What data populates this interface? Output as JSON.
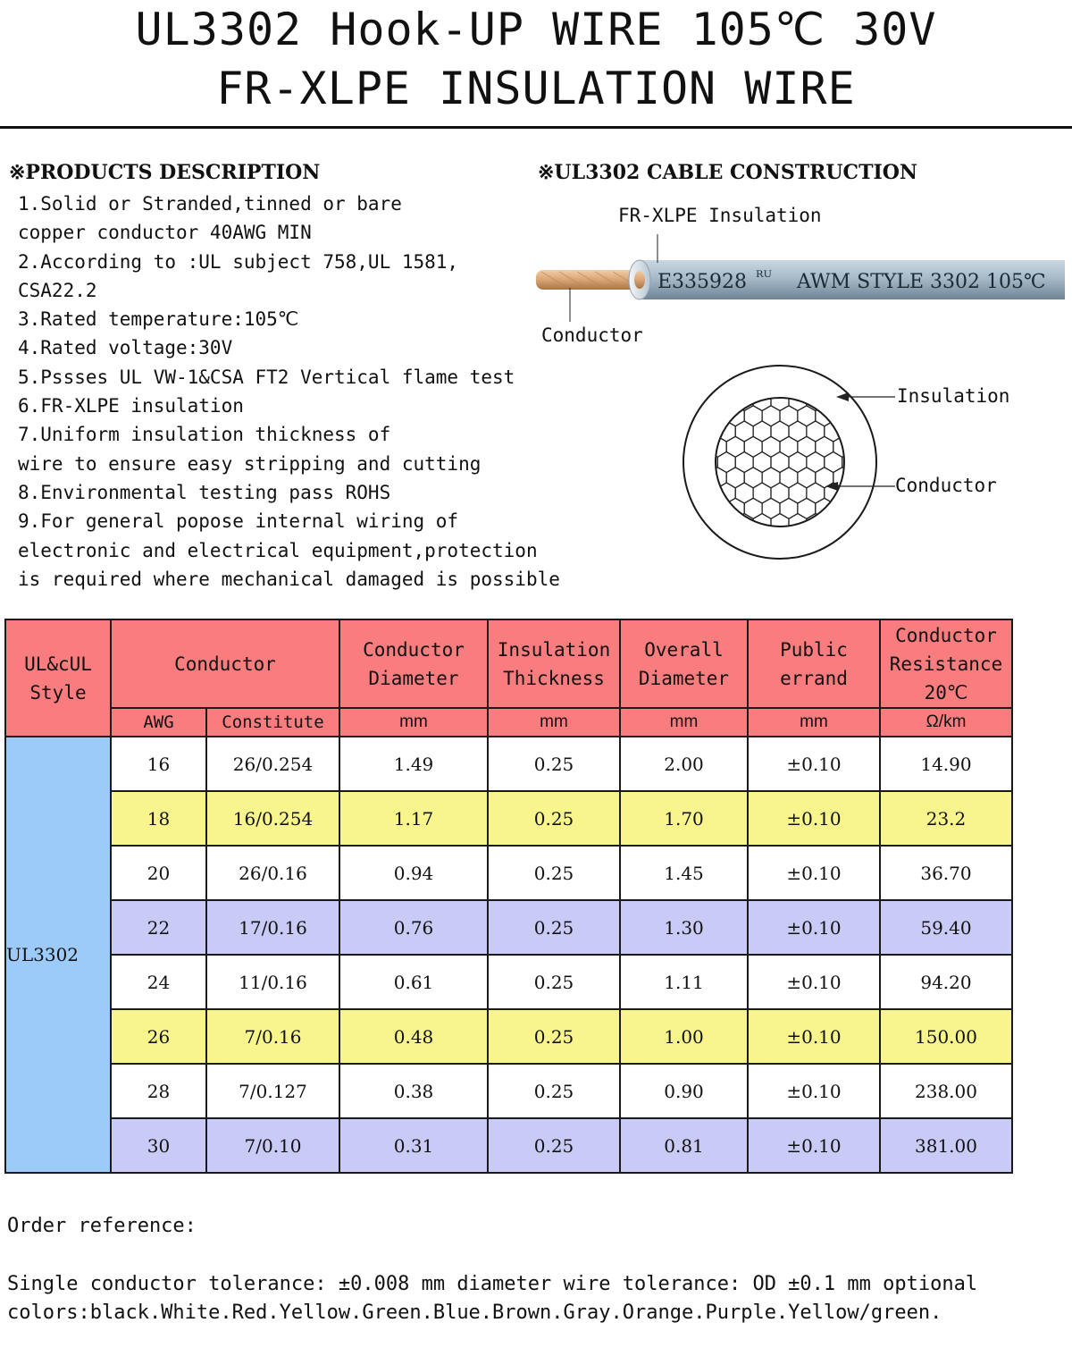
{
  "title": {
    "line1": "UL3302 Hook-UP WIRE 105℃ 30V",
    "line2": "FR-XLPE INSULATION WIRE"
  },
  "description": {
    "heading": "※PRODUCTS DESCRIPTION",
    "lines": [
      "1.Solid or Stranded,tinned or bare",
      "copper conductor 40AWG MIN",
      "2.According to :UL subject 758,UL 1581,",
      "CSA22.2",
      "3.Rated temperature:105℃",
      "4.Rated voltage:30V",
      "5.Pssses UL VW-1&CSA FT2 Vertical flame test",
      "6.FR-XLPE insulation",
      "7.Uniform insulation thickness of",
      "wire to ensure easy stripping and cutting",
      "8.Environmental testing pass ROHS",
      "9.For general popose internal wiring of",
      "electronic and electrical equipment,protection",
      "is required where mechanical damaged is possible"
    ]
  },
  "construction": {
    "heading": "※UL3302 CABLE CONSTRUCTION",
    "insulation_label": "FR-XLPE Insulation",
    "conductor_label": "Conductor",
    "print_code": "E335928",
    "ul_mark": "ᴿᵁ",
    "print_style": "AWM STYLE 3302 105℃",
    "cross_insulation_label": "Insulation",
    "cross_conductor_label": "Conductor"
  },
  "table": {
    "headers": {
      "style": [
        "UL&cUL",
        "Style"
      ],
      "conductor": "Conductor",
      "cond_diameter": [
        "Conductor",
        "Diameter"
      ],
      "ins_thickness": [
        "Insulation",
        "Thickness"
      ],
      "overall_diameter": [
        "Overall",
        "Diameter"
      ],
      "public_errand": [
        "Public",
        "errand"
      ],
      "resistance": [
        "Conductor",
        "Resistance",
        "20℃"
      ]
    },
    "units": {
      "awg": "AWG",
      "constitute": "Constitute",
      "cond_diameter": "mm",
      "ins_thickness": "mm",
      "overall_diameter": "mm",
      "public_errand": "mm",
      "resistance": "Ω/km"
    },
    "style_value": "UL3302",
    "rows": [
      {
        "awg": "16",
        "constitute": "26/0.254",
        "cond_diameter": "1.49",
        "ins_thickness": "0.25",
        "overall_diameter": "2.00",
        "tolerance": "±0.10",
        "resistance": "14.90",
        "shade": "white"
      },
      {
        "awg": "18",
        "constitute": "16/0.254",
        "cond_diameter": "1.17",
        "ins_thickness": "0.25",
        "overall_diameter": "1.70",
        "tolerance": "±0.10",
        "resistance": "23.2",
        "shade": "yellow"
      },
      {
        "awg": "20",
        "constitute": "26/0.16",
        "cond_diameter": "0.94",
        "ins_thickness": "0.25",
        "overall_diameter": "1.45",
        "tolerance": "±0.10",
        "resistance": "36.70",
        "shade": "white"
      },
      {
        "awg": "22",
        "constitute": "17/0.16",
        "cond_diameter": "0.76",
        "ins_thickness": "0.25",
        "overall_diameter": "1.30",
        "tolerance": "±0.10",
        "resistance": "59.40",
        "shade": "blue"
      },
      {
        "awg": "24",
        "constitute": "11/0.16",
        "cond_diameter": "0.61",
        "ins_thickness": "0.25",
        "overall_diameter": "1.11",
        "tolerance": "±0.10",
        "resistance": "94.20",
        "shade": "white"
      },
      {
        "awg": "26",
        "constitute": "7/0.16",
        "cond_diameter": "0.48",
        "ins_thickness": "0.25",
        "overall_diameter": "1.00",
        "tolerance": "±0.10",
        "resistance": "150.00",
        "shade": "yellow"
      },
      {
        "awg": "28",
        "constitute": "7/0.127",
        "cond_diameter": "0.38",
        "ins_thickness": "0.25",
        "overall_diameter": "0.90",
        "tolerance": "±0.10",
        "resistance": "238.00",
        "shade": "white"
      },
      {
        "awg": "30",
        "constitute": "7/0.10",
        "cond_diameter": "0.31",
        "ins_thickness": "0.25",
        "overall_diameter": "0.81",
        "tolerance": "±0.10",
        "resistance": "381.00",
        "shade": "blue"
      }
    ]
  },
  "footer": {
    "order_reference": "Order reference:",
    "tolerance_line": "Single conductor tolerance: ±0.008 mm  diameter wire tolerance: OD ±0.1 mm optional",
    "colors_line": "colors:black.White.Red.Yellow.Green.Blue.Brown.Gray.Orange.Purple.Yellow/green."
  },
  "colors": {
    "header_red": "#f97c7e",
    "style_blue": "#9ccbfa",
    "row_yellow": "#f8f58c",
    "row_blue": "#cacaf7",
    "wire_jacket": "#9fb3c2",
    "copper": "#d9a575"
  }
}
